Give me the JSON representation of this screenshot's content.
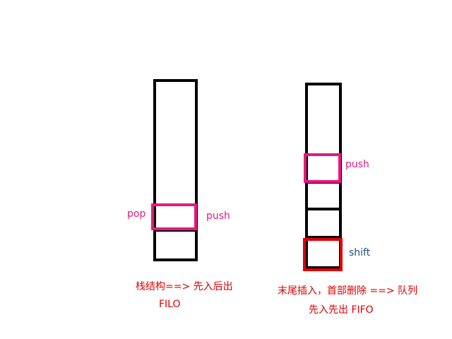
{
  "colors": {
    "outline": "#000000",
    "push_highlight": "#e6197f",
    "shift_highlight": "#e00000",
    "label_pink": "#e6197f",
    "label_blue": "#1f4e8c",
    "caption_red": "#e00000"
  },
  "stack": {
    "pop_label": "pop",
    "push_label": "push",
    "caption_line1": "栈结构==> 先入后出",
    "caption_line2": "FILO"
  },
  "queue": {
    "push_label": "push",
    "shift_label": "shift",
    "caption_line1": "末尾插入，首部删除 ==> 队列",
    "caption_line2": "先入先出 FIFO"
  }
}
